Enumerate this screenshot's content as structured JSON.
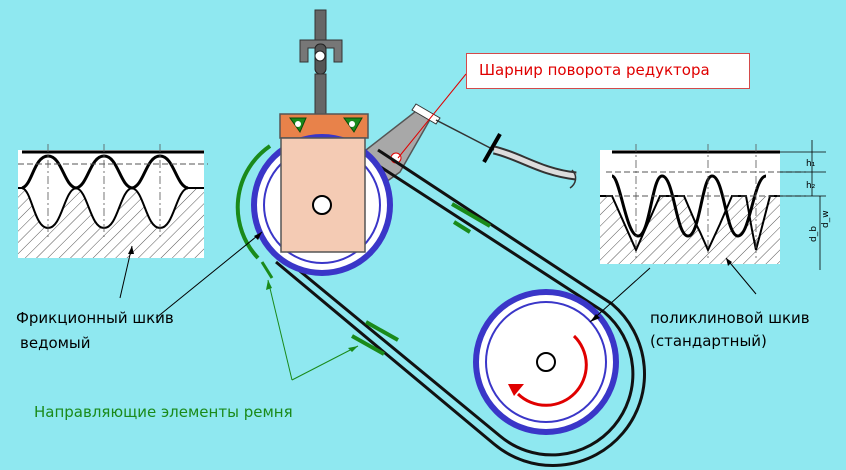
{
  "labels": {
    "callout": "Шарнир поворота редуктора",
    "friction_line1": "Фрикционный шкив",
    "friction_line2": "ведомый",
    "polyv_line1": "поликлиновой шкив",
    "polyv_line2": "(стандартный)",
    "guides": "Направляющие элементы ремня"
  },
  "dimensions": {
    "h1": "h₁",
    "h2": "h₂",
    "db": "d_b",
    "dw": "d_w"
  },
  "colors": {
    "background": "#8fe8f0",
    "pulley_ring": "#3a36c8",
    "bracket": "#e8824a",
    "guide": "#1a8a1a",
    "arrow": "#e00000"
  }
}
